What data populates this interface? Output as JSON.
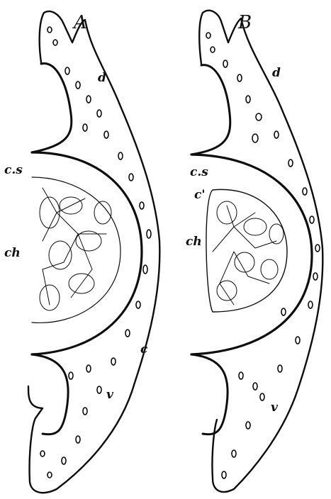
{
  "figure": {
    "panel_a": {
      "letter": "A",
      "labels": {
        "d": "d",
        "cs": "c.s",
        "ch": "ch",
        "c": "c",
        "v": "v"
      }
    },
    "panel_b": {
      "letter": "B",
      "labels": {
        "d": "d",
        "cs": "c.s",
        "c_prime": "c'",
        "ch": "ch",
        "v": "v"
      }
    },
    "colors": {
      "ink": "#0d0d0d",
      "paper": "#ffffff"
    }
  }
}
